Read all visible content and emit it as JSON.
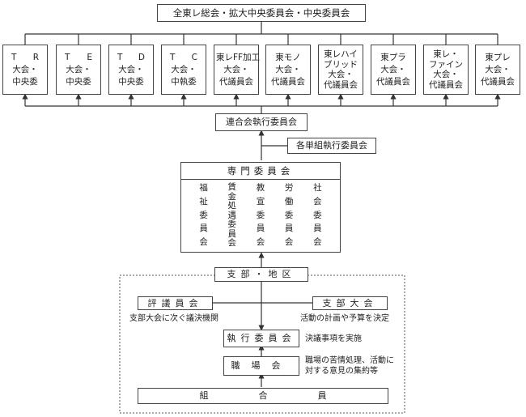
{
  "top": "全東レ総会・拡大中央委員会・中央委員会",
  "orgs": [
    {
      "lines": [
        "T　R",
        "大会・",
        "中央委"
      ]
    },
    {
      "lines": [
        "T　E",
        "大会・",
        "中央委"
      ]
    },
    {
      "lines": [
        "T　D",
        "大会・",
        "中央委"
      ]
    },
    {
      "lines": [
        "T　C",
        "大会・",
        "中執委"
      ]
    },
    {
      "lines": [
        "東レFF加工",
        "大会・",
        "代議員会"
      ]
    },
    {
      "lines": [
        "東モノ",
        "大会・",
        "代議員会"
      ]
    },
    {
      "lines": [
        "東レハイ",
        "ブリッド",
        "大会・",
        "代議員会"
      ]
    },
    {
      "lines": [
        "東プラ",
        "大会・",
        "代議員会"
      ]
    },
    {
      "lines": [
        "東レ・",
        "ファイン",
        "大会・",
        "代議員会"
      ]
    },
    {
      "lines": [
        "東プレ",
        "大会・",
        "代議員会"
      ]
    }
  ],
  "rengo": "連合会執行委員会",
  "kaku": "各単組執行委員会",
  "senmon": {
    "title": "専門委員会",
    "cols": [
      [
        "福",
        "祉",
        "委",
        "員",
        "会"
      ],
      [
        "賃",
        "金",
        "処",
        "遇",
        "委",
        "員",
        "会"
      ],
      [
        "教",
        "宣",
        "委",
        "員",
        "会"
      ],
      [
        "労",
        "働",
        "委",
        "員",
        "会"
      ],
      [
        "社",
        "会",
        "委",
        "員",
        "会"
      ]
    ]
  },
  "shibu": "支部・地区",
  "hyogi": "評議員会",
  "hyogi_note": "支部大会に次ぐ議決機関",
  "shibutaikai": "支部大会",
  "shibutaikai_note": "活動の計画や予算を決定",
  "shikko": "執行委員会",
  "shikko_note": "決議事項を実施",
  "shokuba": "職場会",
  "shokuba_note": [
    "職場の苦情処理、活動に",
    "対する意見の集約等"
  ],
  "kumiai": "組合員"
}
